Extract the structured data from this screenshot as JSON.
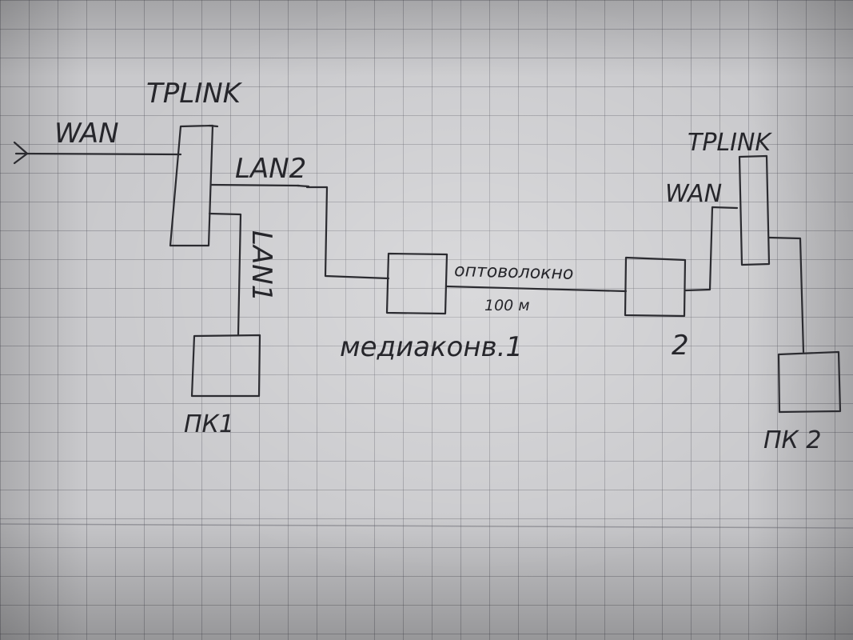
{
  "diagram": {
    "title": "",
    "labels": {
      "router_left": "TPLINK",
      "router_right": "TPLINK",
      "wan_left": "WAN",
      "wan_right": "WAN",
      "lan2": "LAN2",
      "lan1": "LAN1",
      "fiber": "оптоволокно",
      "fiber_length": "100 м",
      "media_converter_1": "медиаконв.1",
      "media_converter_2": "2",
      "pc1": "ПК1",
      "pc2": "ПК 2"
    },
    "ink_color": "#2b2b30",
    "paper_color": "#c9c9cc"
  }
}
